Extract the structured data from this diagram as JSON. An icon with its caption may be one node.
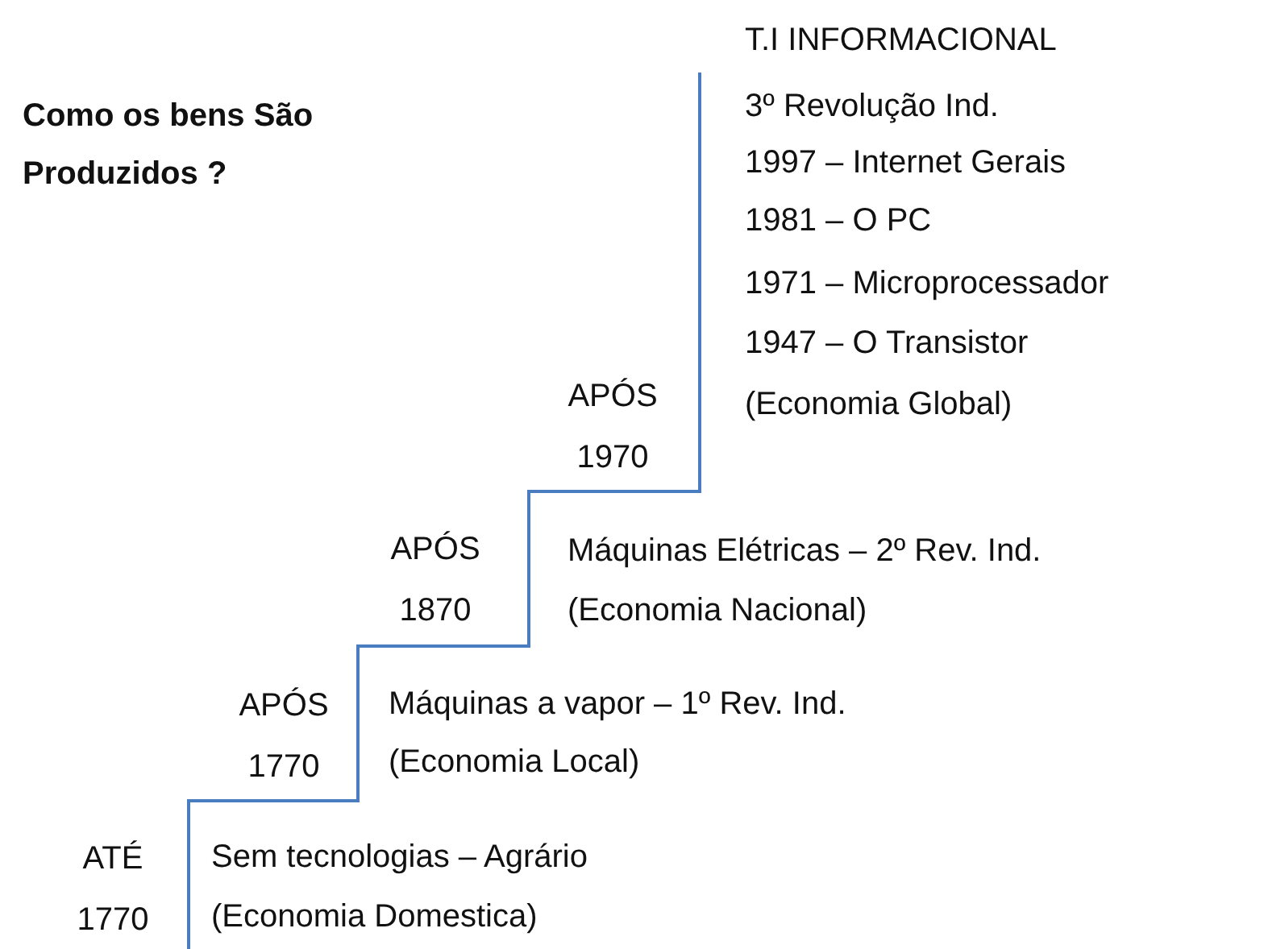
{
  "diagram": {
    "title": "Como os bens São Produzidos ?",
    "labels": [
      "T.I INFORMACIONAL",
      "3º Revolução Ind.",
      "1997 – Internet Gerais",
      "1981 – O PC",
      "1971 – Microprocessador",
      "1947 – O Transistor",
      "(Economia Global)",
      "APÓS 1970",
      "APÓS 1870",
      "Máquinas Elétricas – 2º Rev. Ind.",
      "(Economia Nacional)",
      "APÓS 1770",
      "Máquinas a vapor – 1º Rev. Ind.",
      "(Economia Local)",
      "ATÉ 1770",
      "Sem tecnologias – Agrário",
      "(Economia Domestica)"
    ]
  }
}
